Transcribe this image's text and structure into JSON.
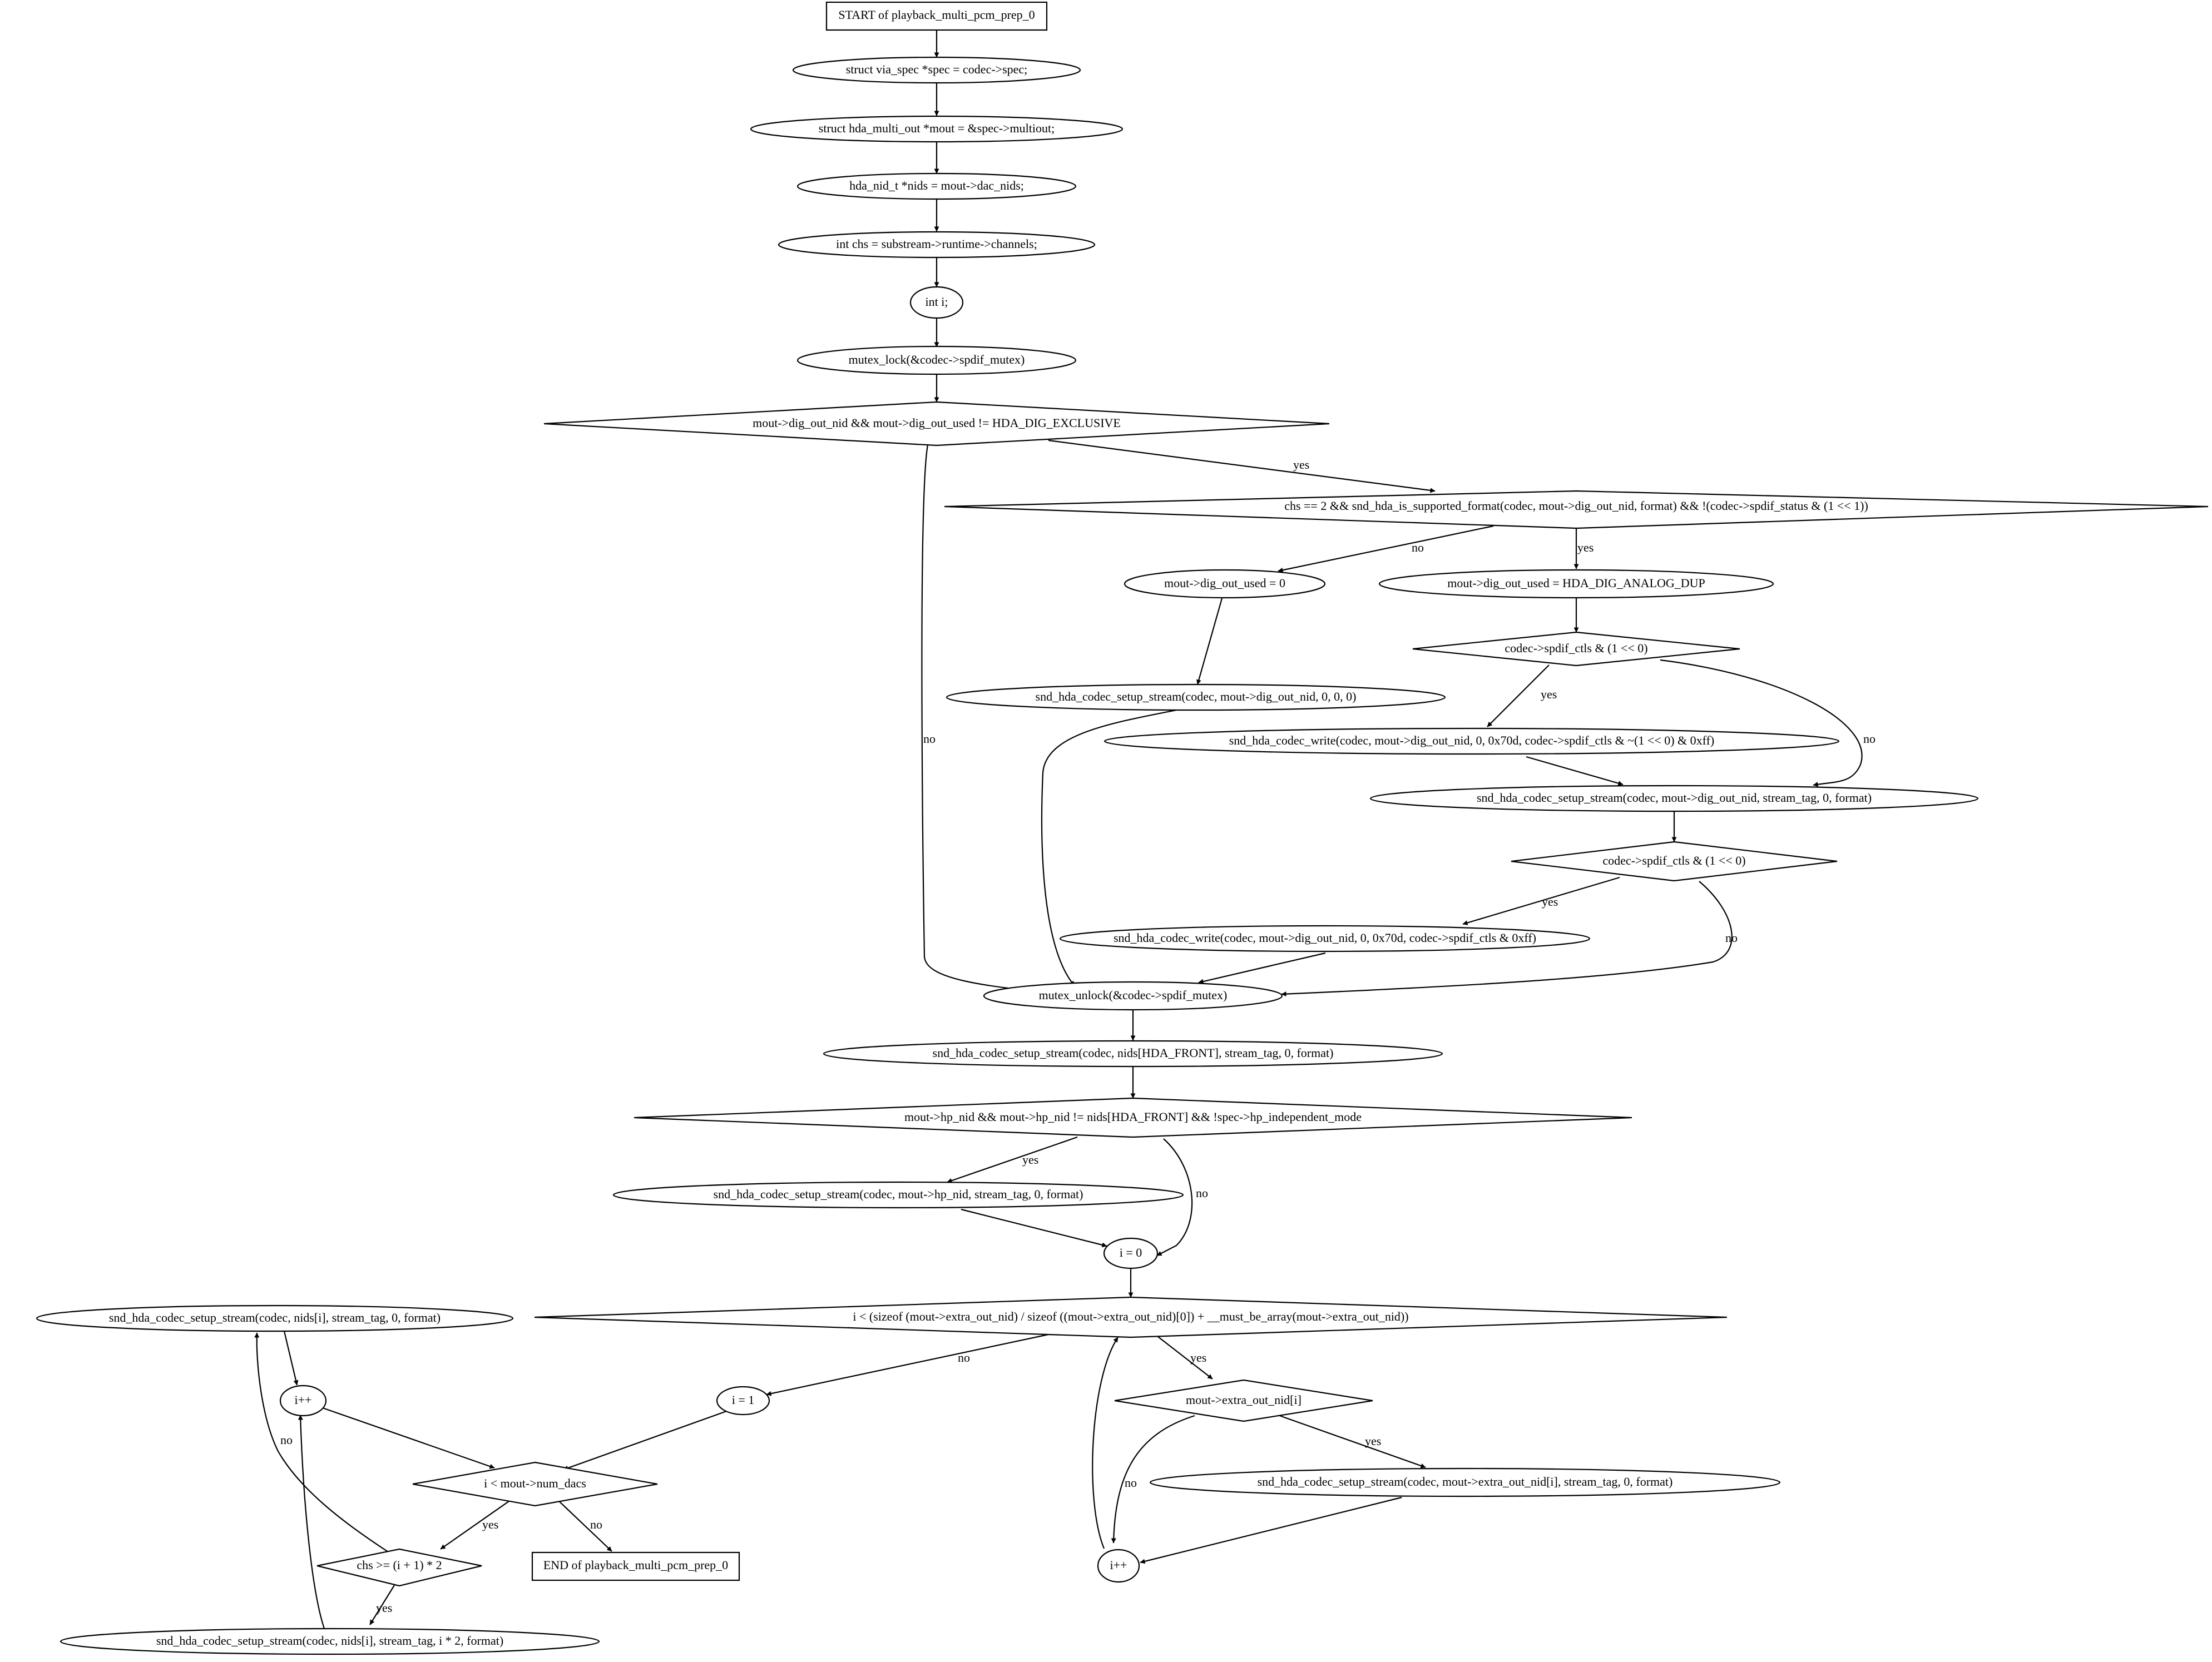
{
  "colors": {
    "lock_fill": "#add8e6",
    "unlock_fill": "#ffff00",
    "default_fill": "#ffffff",
    "stroke": "#000000"
  },
  "nodes": {
    "start": "START of playback_multi_pcm_prep_0",
    "spec": "struct via_spec *spec = codec->spec;",
    "mout": "struct hda_multi_out *mout = &spec->multiout;",
    "nids": "hda_nid_t *nids = mout->dac_nids;",
    "chs": "int chs = substream->runtime->channels;",
    "int_i": "int i;",
    "lock": "mutex_lock(&codec->spdif_mutex)",
    "cond_dig": "mout->dig_out_nid && mout->dig_out_used != HDA_DIG_EXCLUSIVE",
    "cond_chs2": "chs == 2 && snd_hda_is_supported_format(codec, mout->dig_out_nid, format) && !(codec->spdif_status & (1 << 1))",
    "dig_used0": "mout->dig_out_used = 0",
    "dig_used_dup": "mout->dig_out_used = HDA_DIG_ANALOG_DUP",
    "setup_dig_000": "snd_hda_codec_setup_stream(codec, mout->dig_out_nid, 0, 0, 0)",
    "cond_ctls1": "codec->spdif_ctls & (1 << 0)",
    "write1": "snd_hda_codec_write(codec, mout->dig_out_nid, 0, 0x70d, codec->spdif_ctls & ~(1 << 0) & 0xff)",
    "setup_dig_tag": "snd_hda_codec_setup_stream(codec, mout->dig_out_nid, stream_tag, 0, format)",
    "cond_ctls2": "codec->spdif_ctls & (1 << 0)",
    "write2": "snd_hda_codec_write(codec, mout->dig_out_nid, 0, 0x70d, codec->spdif_ctls & 0xff)",
    "unlock": "mutex_unlock(&codec->spdif_mutex)",
    "setup_front": "snd_hda_codec_setup_stream(codec, nids[HDA_FRONT], stream_tag, 0, format)",
    "cond_hp": "mout->hp_nid && mout->hp_nid != nids[HDA_FRONT] && !spec->hp_independent_mode",
    "setup_hp": "snd_hda_codec_setup_stream(codec, mout->hp_nid, stream_tag, 0, format)",
    "i0": "i = 0",
    "cond_extra": "i < (sizeof (mout->extra_out_nid) / sizeof ((mout->extra_out_nid)[0]) + __must_be_array(mout->extra_out_nid))",
    "i1": "i = 1",
    "cond_extra_i": "mout->extra_out_nid[i]",
    "setup_extra": "snd_hda_codec_setup_stream(codec, mout->extra_out_nid[i], stream_tag, 0, format)",
    "inc_r": "i++",
    "cond_dacs": "i < mout->num_dacs",
    "end": "END of playback_multi_pcm_prep_0",
    "cond_chs_i": "chs >= (i + 1) * 2",
    "setup_nids_i": "snd_hda_codec_setup_stream(codec, nids[i], stream_tag, 0, format)",
    "inc_l": "i++",
    "setup_nids_i2": "snd_hda_codec_setup_stream(codec, nids[i], stream_tag, i * 2, format)"
  },
  "edge_labels": {
    "yes": "yes",
    "no": "no"
  }
}
